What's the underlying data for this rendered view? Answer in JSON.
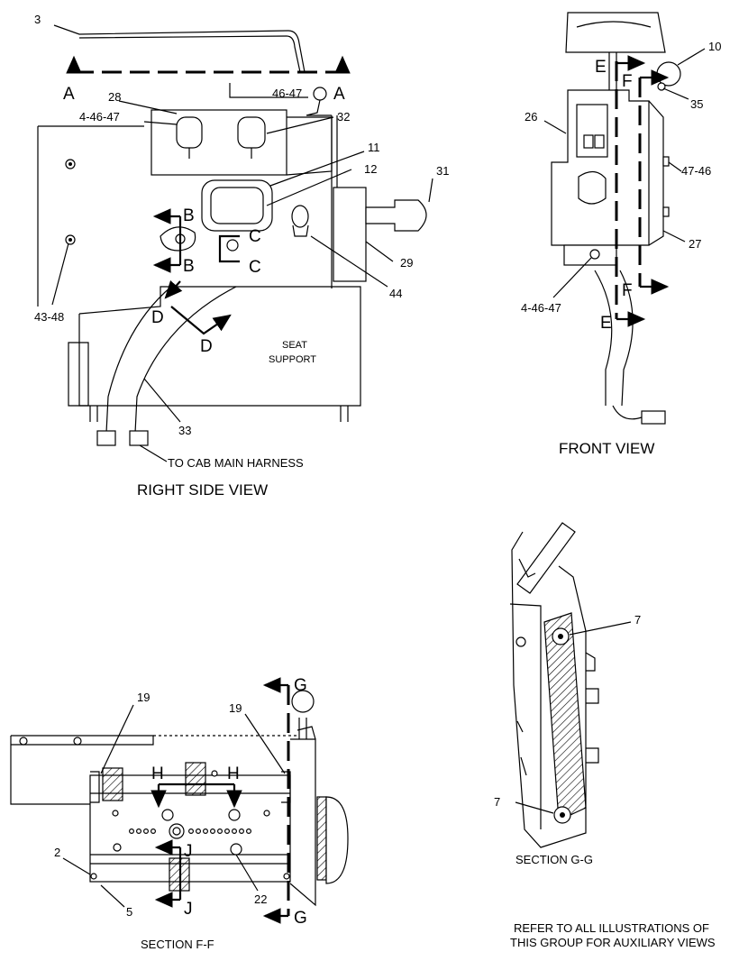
{
  "views": {
    "right_side": {
      "title": "RIGHT SIDE VIEW",
      "seat_support_line1": "SEAT",
      "seat_support_line2": "SUPPORT",
      "harness_note": "TO CAB MAIN HARNESS",
      "callouts": {
        "c3": "3",
        "c28": "28",
        "c4_46_47": "4-46-47",
        "c46_47": "46-47",
        "c32": "32",
        "c11": "11",
        "c12": "12",
        "c31": "31",
        "c29": "29",
        "c44": "44",
        "c43_48": "43-48",
        "c33": "33"
      },
      "section_marks": {
        "a1": "A",
        "a2": "A",
        "b1": "B",
        "b2": "B",
        "c1": "C",
        "c2": "C",
        "d1": "D",
        "d2": "D"
      }
    },
    "front": {
      "title": "FRONT VIEW",
      "callouts": {
        "c10": "10",
        "c35": "35",
        "c26": "26",
        "c47_46": "47-46",
        "c27": "27",
        "c4_46_47": "4-46-47"
      },
      "section_marks": {
        "e1": "E",
        "e2": "E",
        "f1": "F",
        "f2": "F"
      }
    },
    "section_ff": {
      "title": "SECTION F-F",
      "callouts": {
        "c19a": "19",
        "c19b": "19",
        "c2": "2",
        "c5": "5",
        "c22": "22"
      },
      "section_marks": {
        "g1": "G",
        "g2": "G",
        "h1": "H",
        "h2": "H",
        "j1": "J",
        "j2": "J"
      }
    },
    "section_gg": {
      "title": "SECTION G-G",
      "callouts": {
        "c7a": "7",
        "c7b": "7"
      }
    }
  },
  "note_line1": "REFER TO ALL ILLUSTRATIONS OF",
  "note_line2": "THIS GROUP FOR AUXILIARY VIEWS"
}
